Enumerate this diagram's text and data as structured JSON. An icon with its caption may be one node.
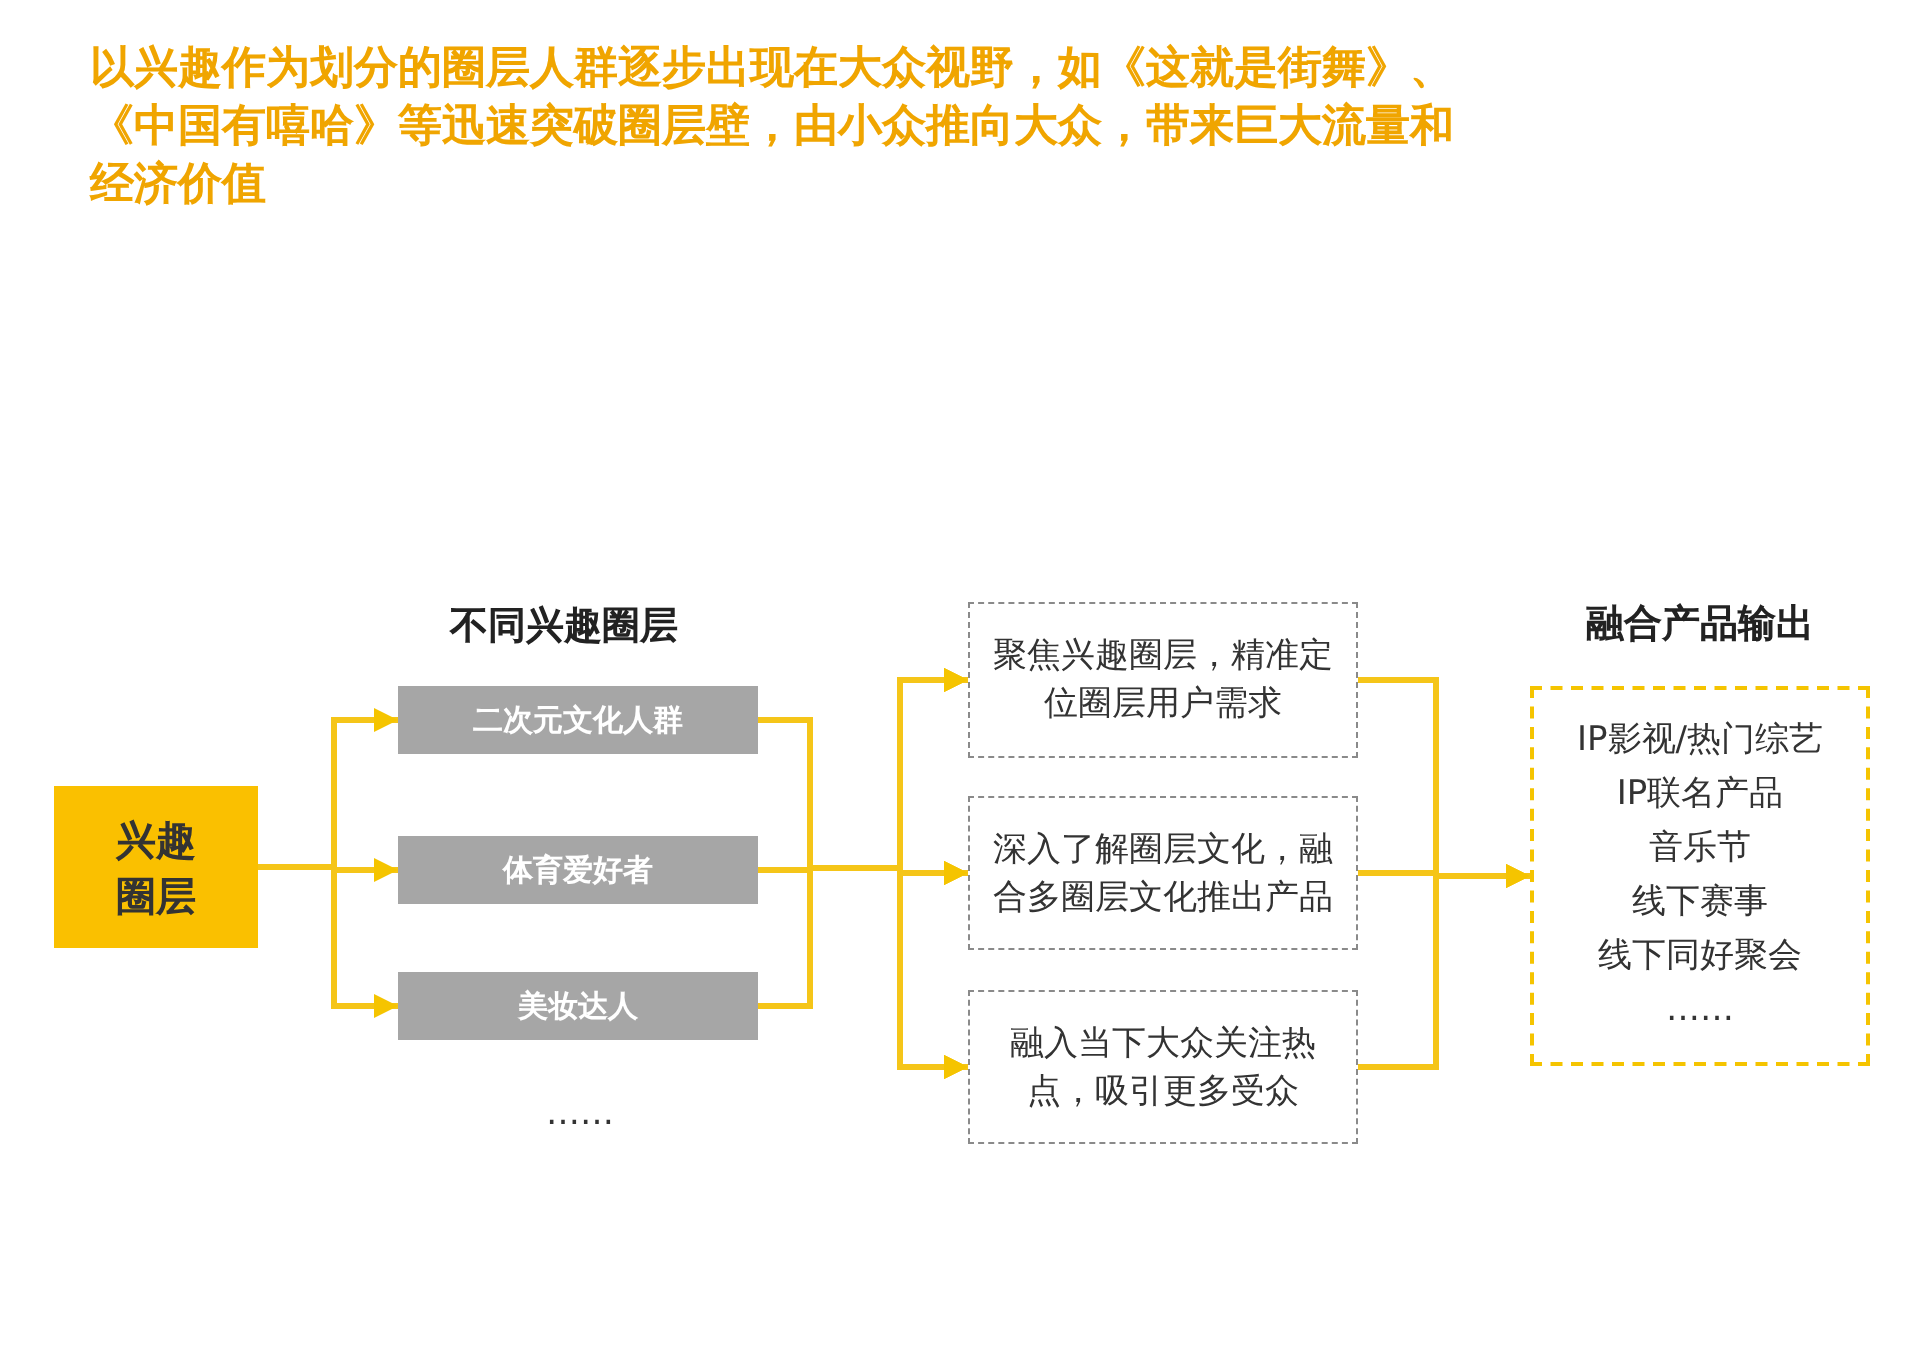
{
  "diagram": {
    "title": "以兴趣作为划分的圈层人群逐步出现在大众视野，如《这就是街舞》、《中国有嘻哈》等迅速突破圈层壁，由小众推向大众，带来巨大流量和经济价值",
    "nodes": [
      {
        "text": [
          "兴趣圈层"
        ]
      },
      {
        "text": [
          "二次元文化人群"
        ]
      },
      {
        "text": [
          "体育爱好者"
        ]
      },
      {
        "text": [
          "美妆达人"
        ]
      },
      {
        "text": [
          "聚焦兴趣圈层，精准定位圈层用户需求"
        ]
      },
      {
        "text": [
          "深入了解圈层文化，融合多圈层文化推出产品"
        ]
      },
      {
        "text": [
          "融入当下大众关注热点，吸引更多受众"
        ]
      },
      {
        "text": [
          "融合产品输出",
          "IP影视/热门综艺",
          "IP联名产品",
          "音乐节",
          "线下赛事",
          "线下同好聚会",
          "……"
        ]
      }
    ],
    "edges": [
      {
        "from": 0,
        "to": 1,
        "arrow": "to"
      },
      {
        "from": 0,
        "to": 2,
        "arrow": "to"
      },
      {
        "from": 0,
        "to": 3,
        "arrow": "to"
      },
      {
        "from": 1,
        "to": 4,
        "arrow": "to"
      },
      {
        "from": 1,
        "to": 5,
        "arrow": "to"
      },
      {
        "from": 1,
        "to": 6,
        "arrow": "to"
      },
      {
        "from": 2,
        "to": 4,
        "arrow": "to"
      },
      {
        "from": 2,
        "to": 5,
        "arrow": "to"
      },
      {
        "from": 2,
        "to": 6,
        "arrow": "to"
      },
      {
        "from": 3,
        "to": 4,
        "arrow": "to"
      },
      {
        "from": 3,
        "to": 5,
        "arrow": "to"
      },
      {
        "from": 3,
        "to": 6,
        "arrow": "to"
      },
      {
        "from": 4,
        "to": 7,
        "arrow": "to"
      },
      {
        "from": 5,
        "to": 7,
        "arrow": "to"
      },
      {
        "from": 6,
        "to": 7,
        "arrow": "to"
      }
    ],
    "labels": [
      "不同兴趣圈层",
      "……"
    ]
  }
}
